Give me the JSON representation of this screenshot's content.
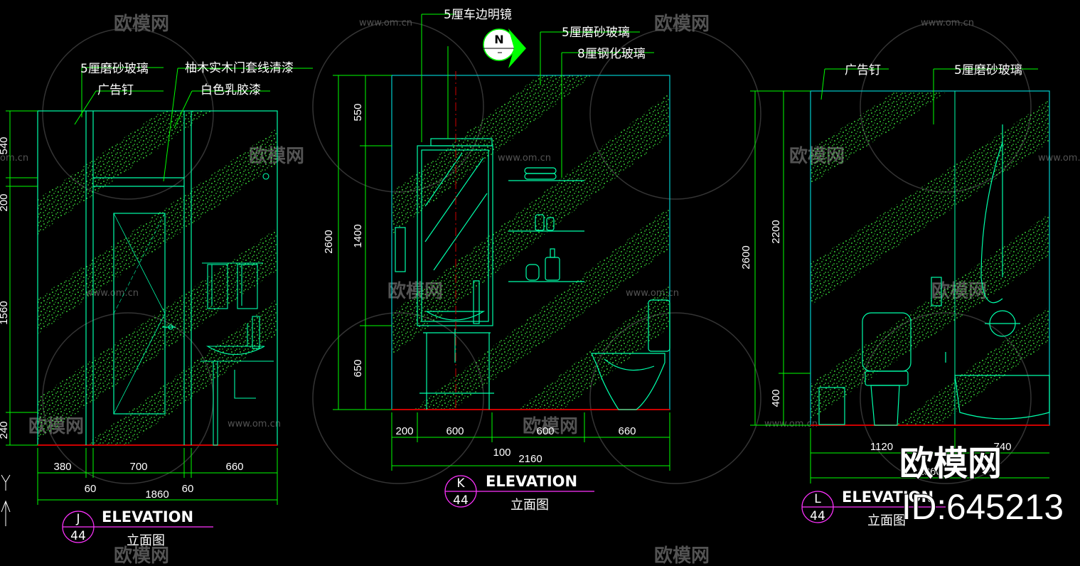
{
  "colors": {
    "background": "#000000",
    "outline": "#00ffaa",
    "leader": "#00ff00",
    "frame": "#00cccc",
    "hatch": "#44ff44",
    "floor": "#cc0000",
    "tag_ring": "#ff33ff",
    "text": "#ffffff",
    "watermark": "#5c5c5c"
  },
  "watermark": {
    "brand": "欧模网",
    "url": "www.om.cn",
    "url_short": "om.cn"
  },
  "logo": {
    "brand": "欧模网",
    "id": "ID:645213"
  },
  "elevation_j": {
    "callouts": [
      "5厘磨砂玻璃",
      "广告钉",
      "柚木实木门套线清漆",
      "白色乳胶漆"
    ],
    "height_dims": [
      "540",
      "200",
      "1560",
      "240"
    ],
    "width_dims": [
      "380",
      "700",
      "660"
    ],
    "gap_dims": [
      "60",
      "60"
    ],
    "total_width": "1860",
    "tag_letter": "J",
    "tag_sheet": "44",
    "title": "ELEVATION",
    "subtitle": "立面图"
  },
  "elevation_k": {
    "callouts": [
      "5厘车边明镜",
      "5厘磨砂玻璃",
      "8厘钢化玻璃"
    ],
    "north": "N",
    "total_height": "2600",
    "height_dims": [
      "550",
      "1400",
      "650"
    ],
    "width_dims": [
      "200",
      "600",
      "600",
      "660"
    ],
    "gap_dim": "100",
    "total_width": "2160",
    "tag_letter": "K",
    "tag_sheet": "44",
    "title": "ELEVATION",
    "subtitle": "立面图"
  },
  "elevation_l": {
    "callouts": [
      "广告钉",
      "5厘磨砂玻璃"
    ],
    "total_height": "2600",
    "height_dims": [
      "2200",
      "400"
    ],
    "width_dims": [
      "1120",
      "740"
    ],
    "total_width": "1860",
    "tag_letter": "L",
    "tag_sheet": "44",
    "title": "ELEVATION",
    "subtitle": "立面图"
  }
}
